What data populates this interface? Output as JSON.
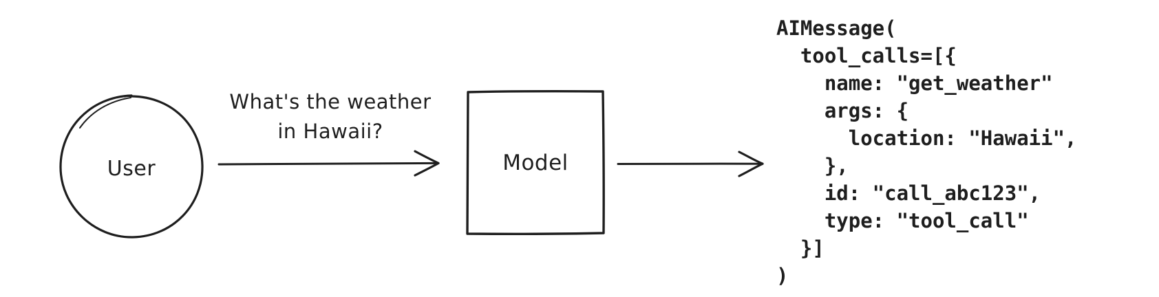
{
  "nodes": {
    "user": {
      "label": "User",
      "shape": "circle"
    },
    "model": {
      "label": "Model",
      "shape": "rectangle"
    }
  },
  "labels": {
    "message": {
      "line1": "What's the weather",
      "line2": "in Hawaii?"
    }
  },
  "code": {
    "lines": [
      "AIMessage(",
      "  tool_calls=[{",
      "    name: \"get_weather\"",
      "    args: {",
      "      location: \"Hawaii\",",
      "    },",
      "    id: \"call_abc123\",",
      "    type: \"tool_call\"",
      "  }]",
      ")"
    ]
  },
  "colors": {
    "stroke": "#1e1e1e",
    "background": "#ffffff"
  }
}
